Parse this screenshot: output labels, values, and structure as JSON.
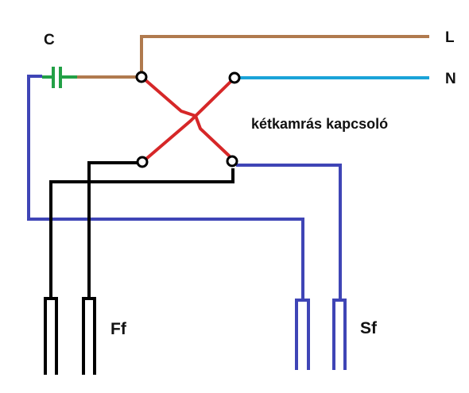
{
  "labels": {
    "capacitor": "C",
    "line": "L",
    "neutral": "N",
    "switch": "kétkamrás kapcsoló",
    "left_group": "Ff",
    "right_group": "Sf"
  },
  "colors": {
    "brown": "#b07a4e",
    "cyan": "#1aa3d8",
    "red": "#d62728",
    "blue": "#3f45b6",
    "green": "#22a046",
    "black": "#000000"
  }
}
